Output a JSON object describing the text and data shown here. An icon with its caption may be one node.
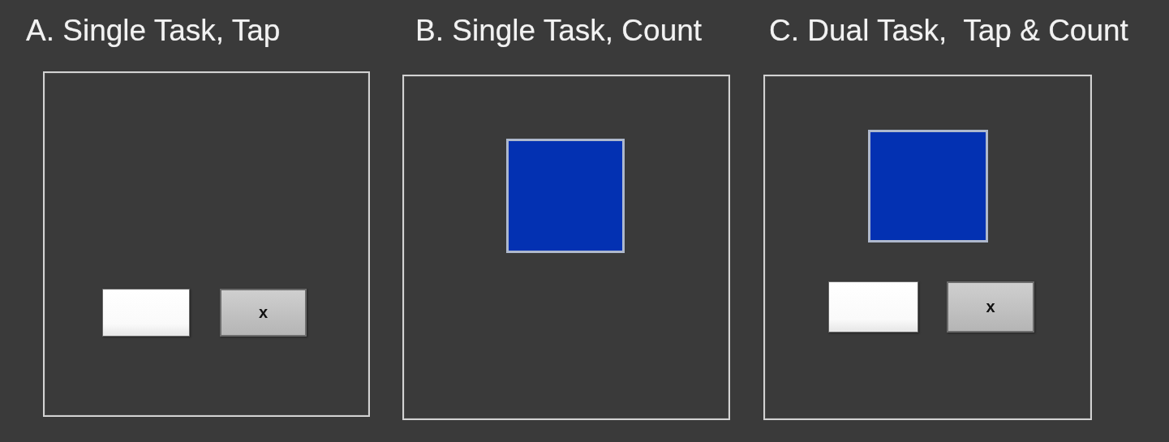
{
  "diagram": {
    "nodes": [
      {
        "text": [
          "A. Single Task, Tap"
        ]
      },
      {
        "text": [],
        "shape": "box",
        "in": 0
      },
      {
        "text": [
          "x"
        ],
        "in": 0
      },
      {
        "text": [
          "B. Single Task, Count"
        ]
      },
      {
        "text": [],
        "shape": "box",
        "in": 3
      },
      {
        "text": [
          "C. Dual Task,  Tap & Count"
        ]
      },
      {
        "text": [],
        "shape": "box",
        "in": 5
      },
      {
        "text": [],
        "shape": "box",
        "in": 5
      },
      {
        "text": [
          "x"
        ],
        "in": 5
      }
    ]
  }
}
